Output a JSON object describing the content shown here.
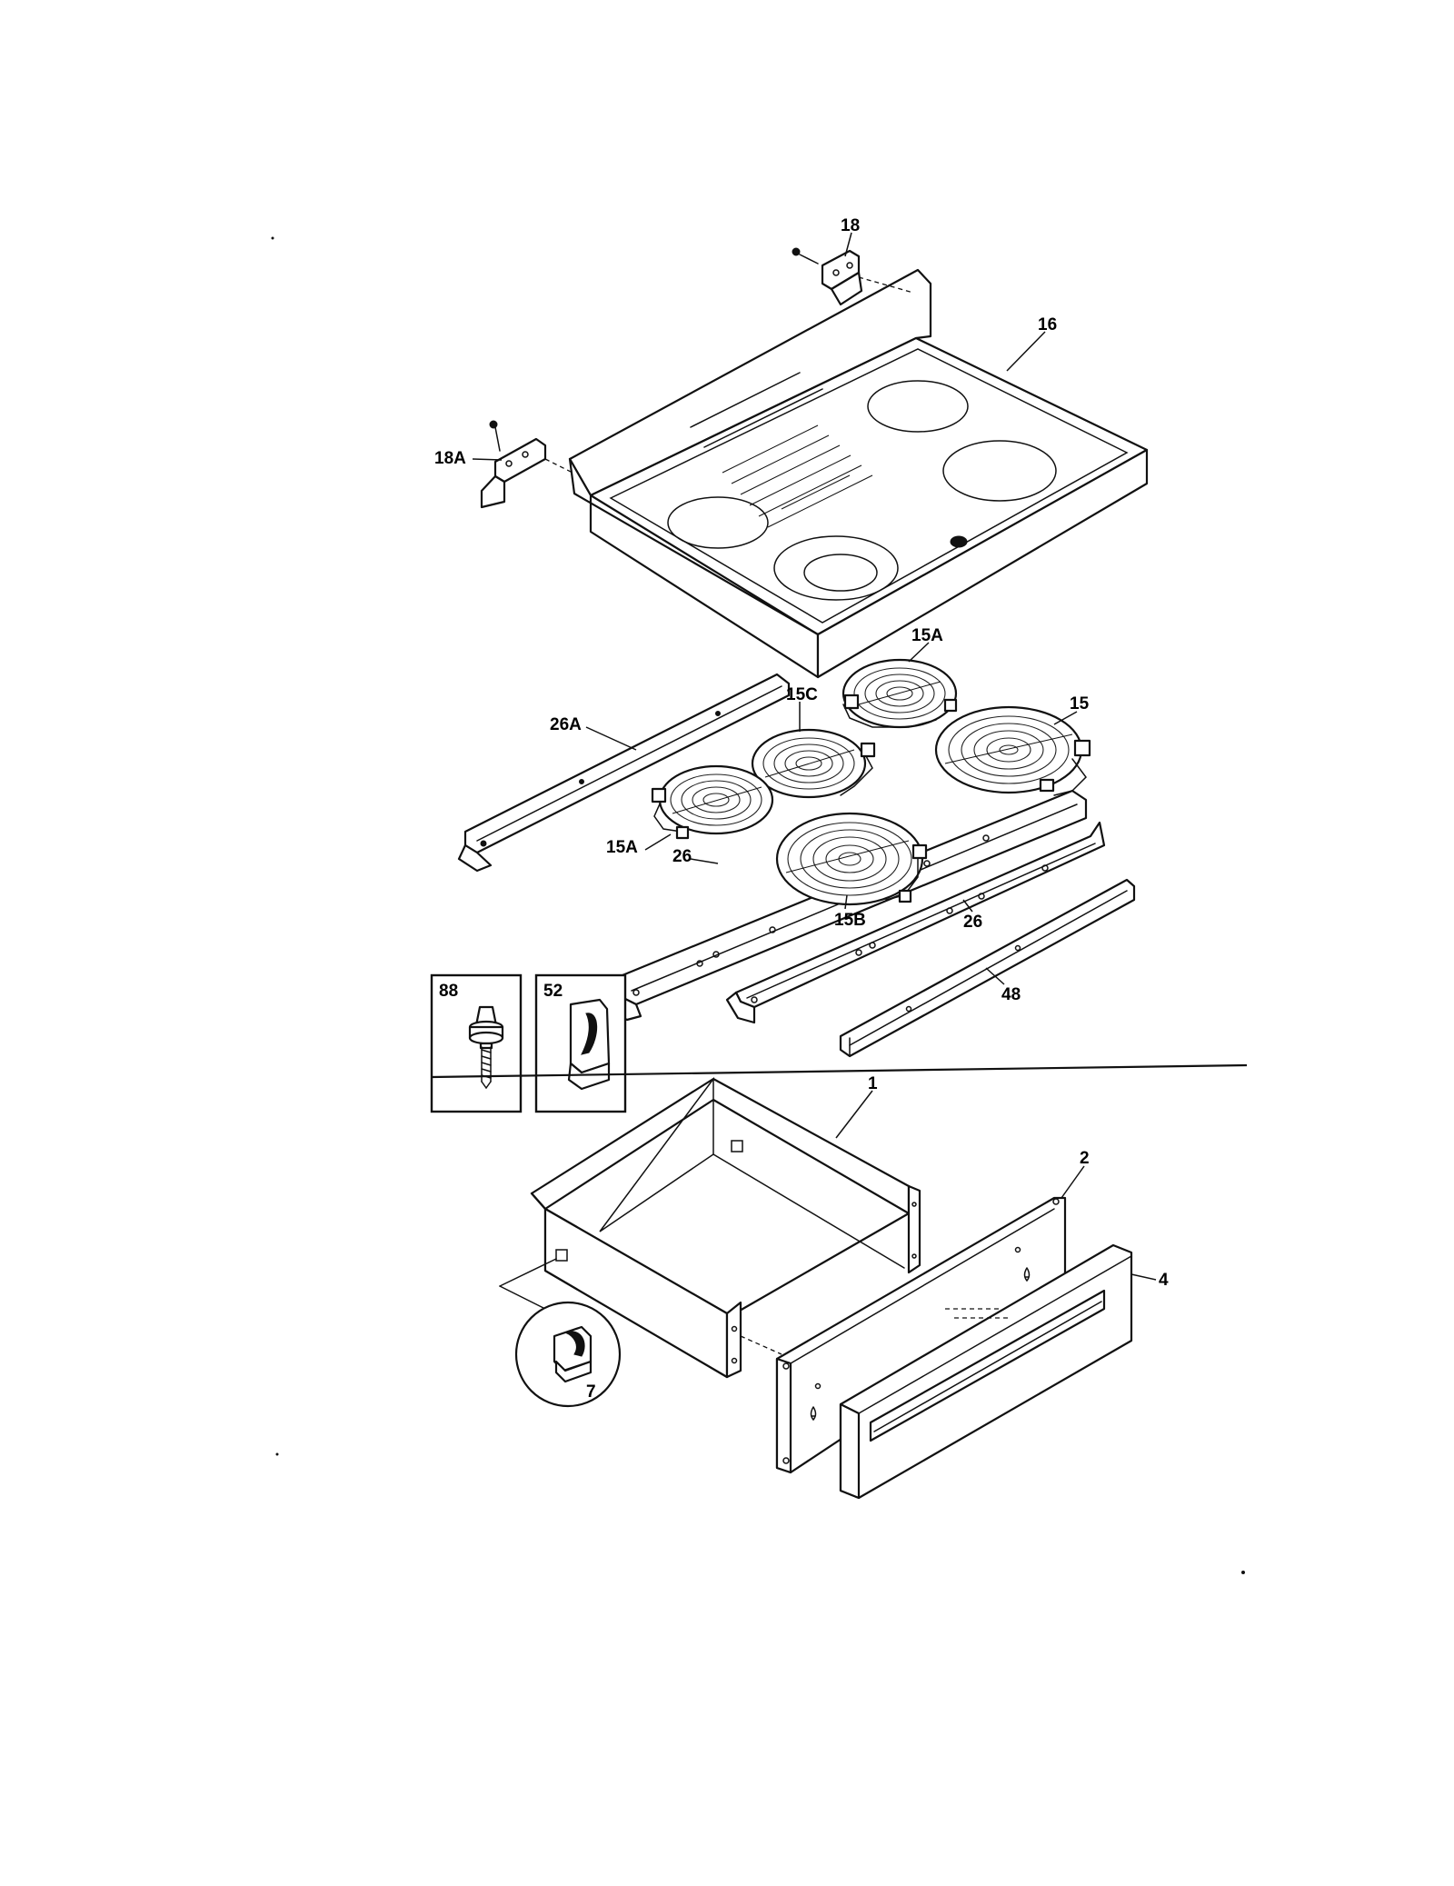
{
  "callouts": {
    "c18": "18",
    "c16": "16",
    "c18A": "18A",
    "c15A_top": "15A",
    "c15C": "15C",
    "c15": "15",
    "c26A": "26A",
    "c15A_left": "15A",
    "c26_left": "26",
    "c15B": "15B",
    "c26_right": "26",
    "c88": "88",
    "c52": "52",
    "c48": "48",
    "c1": "1",
    "c2": "2",
    "c4": "4",
    "c7": "7"
  }
}
